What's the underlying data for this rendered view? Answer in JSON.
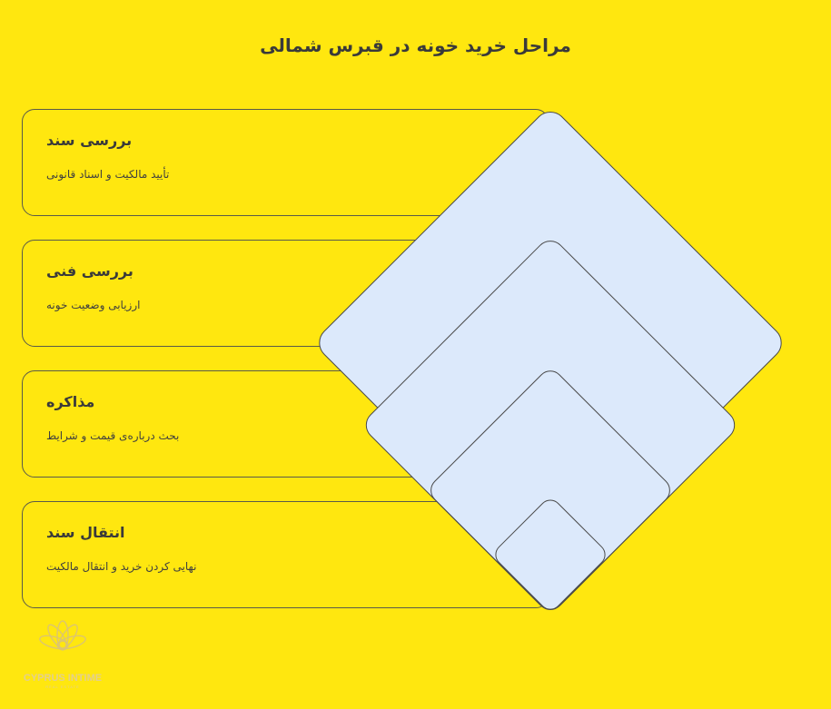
{
  "title": "مراحل خرید خونه در قبرس شمالی",
  "steps": [
    {
      "title": "بررسی سند",
      "description": "تأیید مالکیت و اسناد قانونی"
    },
    {
      "title": "بررسی فنی",
      "description": "ارزیابی وضعیت خونه"
    },
    {
      "title": "مذاکره",
      "description": "بحث درباره‌ی قیمت و شرایط"
    },
    {
      "title": "انتقال سند",
      "description": "نهایی کردن خرید و انتقال مالکیت"
    }
  ],
  "logo": {
    "name": "CYPRUS INTIME",
    "tagline": "REAL ESTATE"
  },
  "colors": {
    "background": "#FFE70F",
    "diamond_fill": "#DCE9FB",
    "stroke": "#4a4a4a"
  }
}
